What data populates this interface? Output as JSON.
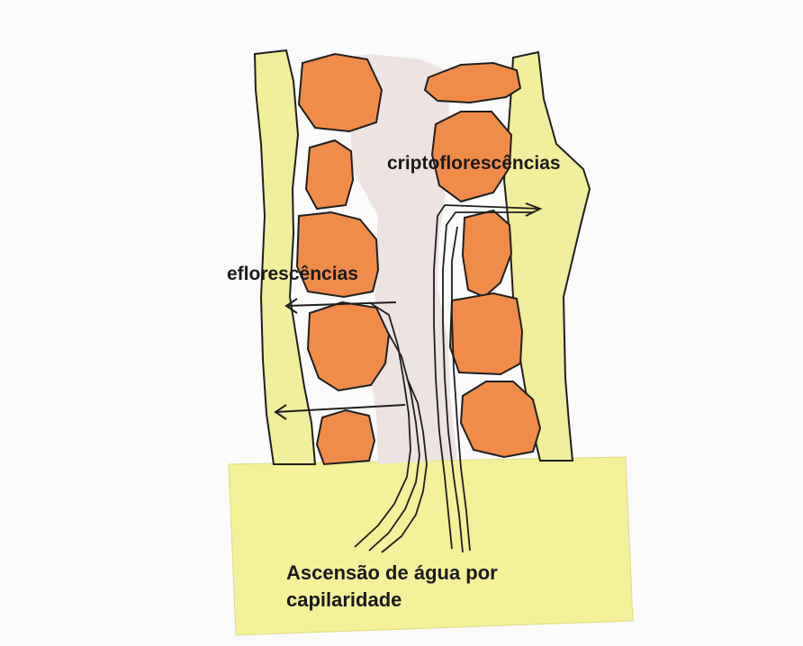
{
  "labels": {
    "criptoflorescencias": "criptoflorescências",
    "eflorescencias": "eflorescências",
    "ascensao_line1": "Ascensão de água por",
    "ascensao_line2": "capilaridade"
  },
  "colors": {
    "background": "#fbfbfb",
    "mortar": "#f1ee9c",
    "foundation": "#f4f19a",
    "stone": "#f08c4a",
    "core": "#ede4e2",
    "line": "#1f1f1f"
  }
}
